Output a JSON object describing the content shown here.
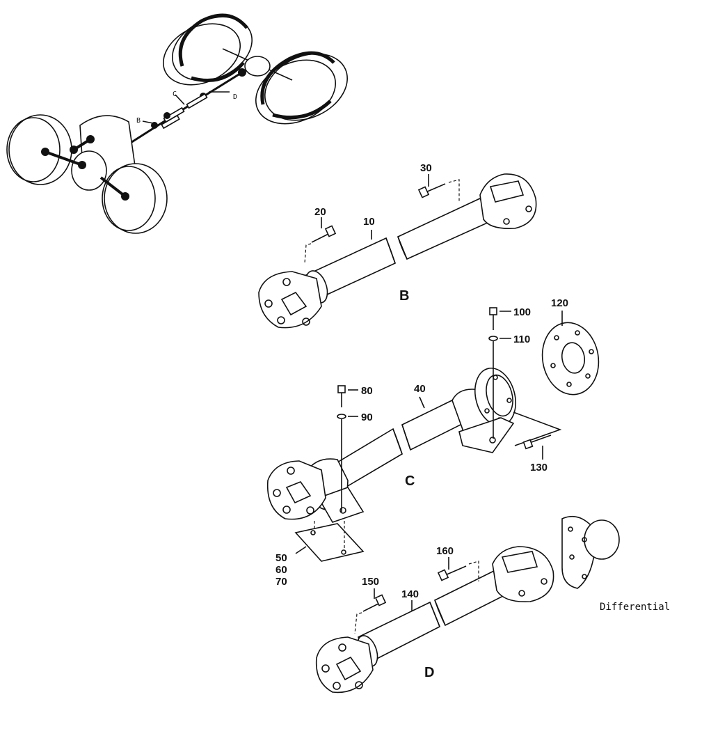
{
  "overview": {
    "labels": {
      "b": "B",
      "c": "C",
      "d": "D"
    }
  },
  "parts": {
    "p10": "10",
    "p20": "20",
    "p30": "30",
    "p40": "40",
    "p50": "50",
    "p60": "60",
    "p70": "70",
    "p80": "80",
    "p90": "90",
    "p100": "100",
    "p110": "110",
    "p120": "120",
    "p130": "130",
    "p140": "140",
    "p150": "150",
    "p160": "160"
  },
  "assemblies": {
    "b": "B",
    "c": "C",
    "d": "D"
  },
  "notes": {
    "differential": "Differential"
  }
}
